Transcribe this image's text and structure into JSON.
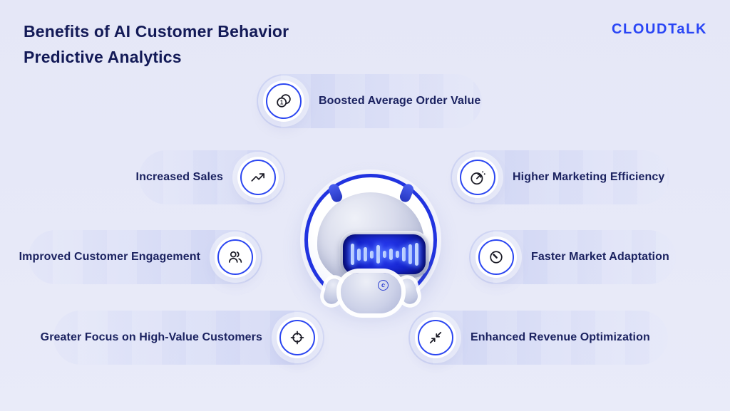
{
  "header": {
    "title_line1": "Benefits of AI Customer Behavior",
    "title_line2": "Predictive Analytics",
    "logo_text": "CLOUDTaLK"
  },
  "benefits": [
    {
      "label": "Boosted Average Order Value",
      "icon": "coins-icon",
      "icon_text": "1",
      "position": "top",
      "icon_side": "left"
    },
    {
      "label": "Increased Sales",
      "icon": "trending-up-icon",
      "position": "middle-left",
      "icon_side": "right"
    },
    {
      "label": "Higher Marketing Efficiency",
      "icon": "speed-timer-icon",
      "position": "middle-right",
      "icon_side": "left"
    },
    {
      "label": "Improved Customer Engagement",
      "icon": "users-icon",
      "position": "lower-left",
      "icon_side": "right"
    },
    {
      "label": "Faster Market Adaptation",
      "icon": "gauge-icon",
      "position": "lower-right",
      "icon_side": "left"
    },
    {
      "label": "Greater Focus on High-Value Customers",
      "icon": "crosshair-target-icon",
      "position": "bottom-left",
      "icon_side": "right"
    },
    {
      "label": "Enhanced Revenue Optimization",
      "icon": "compress-arrows-icon",
      "position": "bottom-right",
      "icon_side": "left"
    }
  ],
  "robot": {
    "chest_mark": "c"
  },
  "colors": {
    "background": "#e7e9f8",
    "pill": "#cdd3f3",
    "accent_blue": "#2b46f1",
    "ring_blue": "#2133e0",
    "navy_text": "#1b2260",
    "title_navy": "#131a57",
    "logo_blue": "#2945f5",
    "visor_screen": "#1423cc",
    "visor_bars": "#c3d6ff",
    "icon_stroke": "#1b1b26"
  }
}
